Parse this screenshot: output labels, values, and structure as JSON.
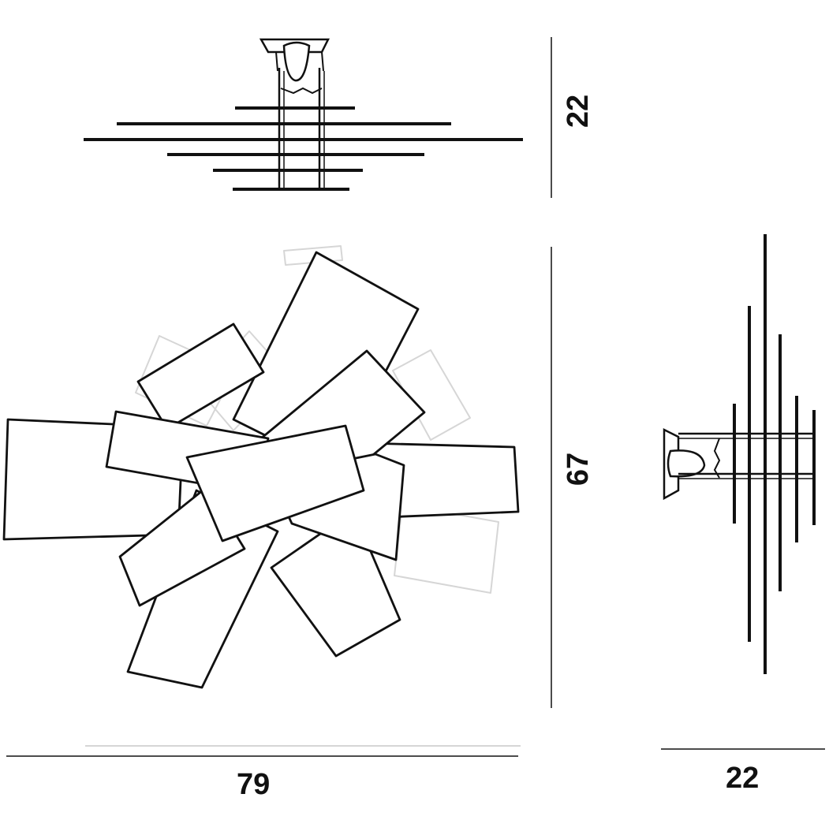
{
  "colors": {
    "line": "#111111",
    "ghost": "#d8d8d8",
    "background": "#ffffff"
  },
  "dimensions": {
    "top_view_height": "22",
    "front_view_height": "67",
    "front_view_width": "79",
    "side_view_width": "22"
  }
}
